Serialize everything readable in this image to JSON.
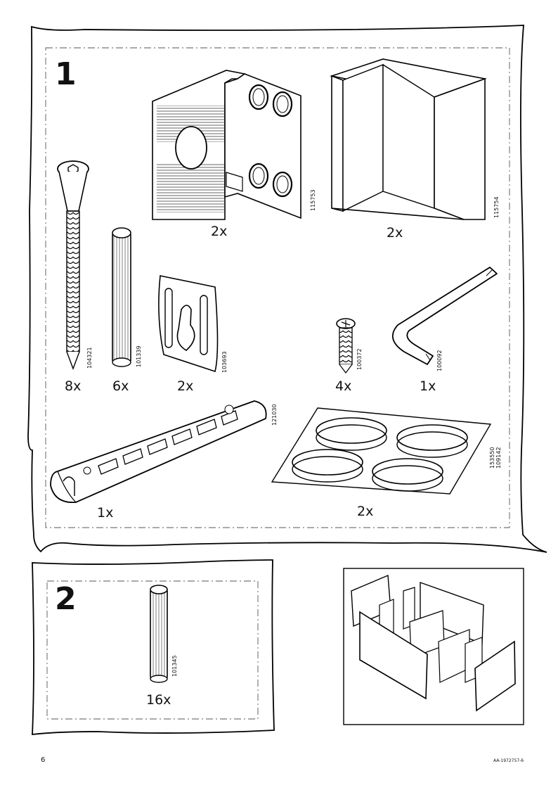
{
  "page_number": "6",
  "document_id": "AA-1972757-6",
  "step1": {
    "number": "1",
    "parts": [
      {
        "name": "angle-bracket",
        "code": "115753",
        "qty": "2x"
      },
      {
        "name": "corner-panel",
        "code": "115754",
        "qty": "2x"
      },
      {
        "name": "screw-long",
        "code": "104321",
        "qty": "8x"
      },
      {
        "name": "wooden-dowel",
        "code": "101339",
        "qty": "6x"
      },
      {
        "name": "keyhole-plate",
        "code": "103693",
        "qty": "2x"
      },
      {
        "name": "screw-short",
        "code": "100372",
        "qty": "4x"
      },
      {
        "name": "allen-key",
        "code": "100092",
        "qty": "1x"
      },
      {
        "name": "cam-rail",
        "code": "121030",
        "qty": "1x"
      },
      {
        "name": "felt-pads",
        "codes": [
          "153550",
          "109142"
        ],
        "qty": "2x"
      }
    ]
  },
  "step2": {
    "number": "2",
    "parts": [
      {
        "name": "wooden-dowel",
        "code": "101345",
        "qty": "16x"
      }
    ]
  },
  "icons": [
    "step-illustration-assembled-dividers"
  ]
}
